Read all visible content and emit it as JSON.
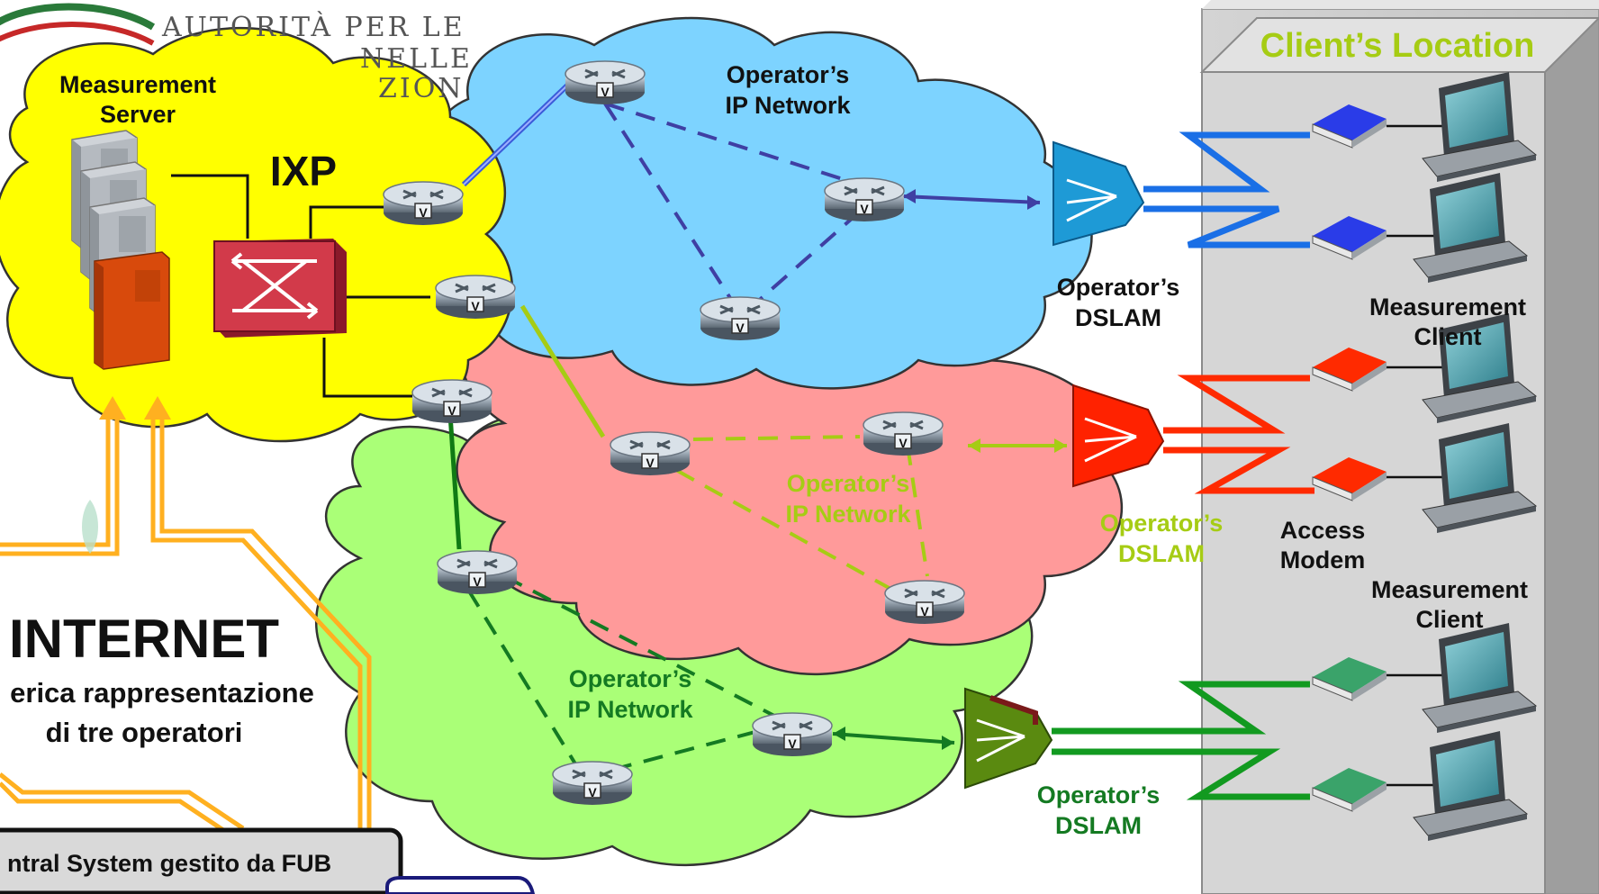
{
  "header": {
    "logo_text_line1": "AUTORITÀ PER LE",
    "logo_text_line2": "NELLE",
    "logo_text_line3": "ZION"
  },
  "labels": {
    "client_location": "Client’s Location",
    "measurement_server_line1": "Measurement",
    "measurement_server_line2": "Server",
    "ixp": "IXP",
    "operator_ip_network_line1": "Operator’s",
    "operator_ip_network_line2": "IP Network",
    "operator_dslam_line1": "Operator’s",
    "operator_dslam_line2": "DSLAM",
    "measurement_client_line1": "Measurement",
    "measurement_client_line2": "Client",
    "access_modem_line1": "Access",
    "access_modem_line2": "Modem",
    "internet": "INTERNET",
    "internet_sub_line1": "erica rappresentazione",
    "internet_sub_line2": "di tre operatori",
    "central_system": "ntral System gestito da FUB",
    "router_mark": "V"
  },
  "colors": {
    "cloud_yellow": "#ffff00",
    "cloud_blue": "#7dd3ff",
    "cloud_red": "#ff9a9a",
    "cloud_green": "#aaff77",
    "operator_blue": "#1a6fe6",
    "operator_red": "#ff2a00",
    "operator_green": "#129a20",
    "label_lime": "#a6cc14",
    "internet_orange": "#ffb020"
  }
}
